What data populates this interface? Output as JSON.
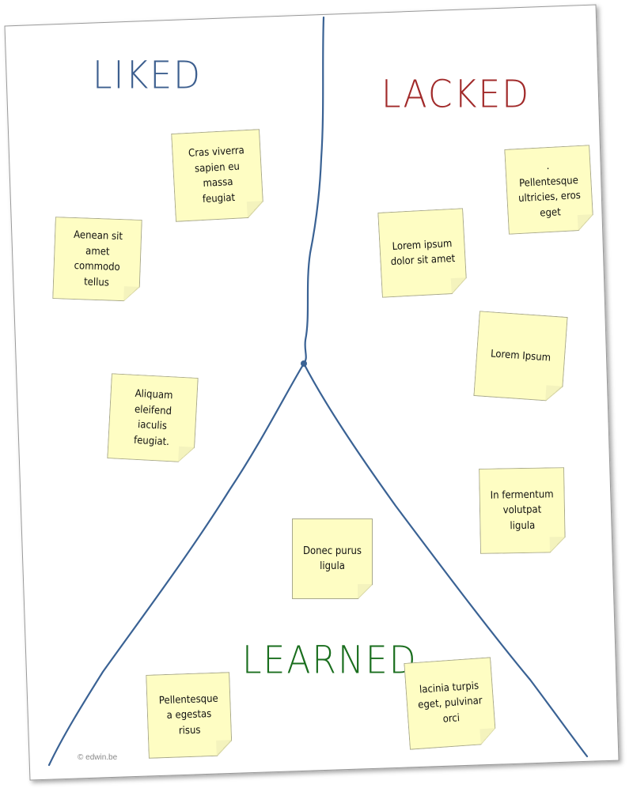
{
  "sections": {
    "liked": {
      "title": "LIKED",
      "color": "#3d5f8f"
    },
    "lacked": {
      "title": "LACKED",
      "color": "#a12a2a"
    },
    "learned": {
      "title": "LEARNED",
      "color": "#1a6e1e"
    }
  },
  "line_color": "#3a6294",
  "notes": {
    "liked": [
      "Cras viverra\nsapien eu\nmassa\nfeugiat",
      "Aenean sit\namet\ncommodo\ntellus",
      "Aliquam\neleifend\niaculis\nfeugiat."
    ],
    "lacked": [
      ".\nPellentesque\nultricies, eros\neget",
      "Lorem ipsum\ndolor sit amet",
      "Lorem Ipsum",
      "In fermentum\nvolutpat\nligula"
    ],
    "learned": [
      "Donec purus\nligula",
      "Pellentesque\na egestas\nrisus",
      "lacinia turpis\neget, pulvinar\norci"
    ]
  },
  "credit": "© edwin.be"
}
